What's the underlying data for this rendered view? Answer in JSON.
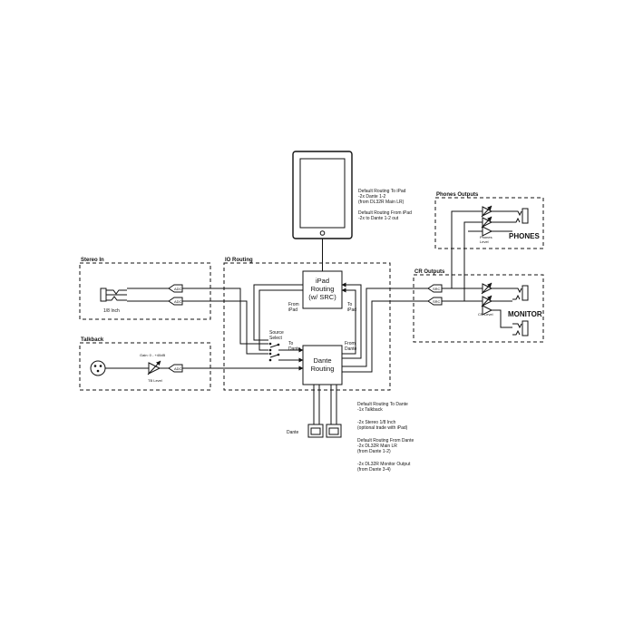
{
  "sections": {
    "stereo_in": "Stereo In",
    "talkback": "Talkback",
    "io_routing": "IO Routing",
    "phones_outputs": "Phones Outputs",
    "cr_outputs": "CR Outputs"
  },
  "blocks": {
    "ipad_routing": [
      "iPad",
      "Routing",
      "(w/ SRC)"
    ],
    "dante_routing": [
      "Dante",
      "Routing"
    ],
    "adc": "ADC",
    "src": "SRC"
  },
  "labels": {
    "eighth_inch": "1/8 Inch",
    "gain": "Gain: 0 - +40dB",
    "tb_level": "TB Level",
    "from_ipad": [
      "From",
      "iPad"
    ],
    "to_ipad": [
      "To",
      "iPad"
    ],
    "source_select": [
      "Source",
      "Select"
    ],
    "to_dante": [
      "To",
      "Dante"
    ],
    "from_dante": [
      "From",
      "Dante"
    ],
    "dante": "Dante",
    "phones": "PHONES",
    "monitor": "MONITOR",
    "phones_level": [
      "Phones",
      "Level"
    ],
    "cr_level": "CR Level"
  },
  "notes": {
    "ipad_defaults": [
      "Default Routing To iPad",
      "-2x Dante 1-2",
      "(from DL32R Main LR)",
      "",
      "Default Routing From iPad",
      "-2x to Dante 1-2 out"
    ],
    "dante_defaults": [
      "Default Routing To Dante",
      "-1x Talkback",
      "",
      "-2x Stereo 1/8 Inch",
      "(optional trade with iPad)",
      "",
      "Default Routing From Dante",
      "-2x DL32R Main LR",
      "(from Dante 1-2)",
      "",
      "-2x DL32R Monitor Output",
      "(from Dante 3-4)"
    ]
  }
}
